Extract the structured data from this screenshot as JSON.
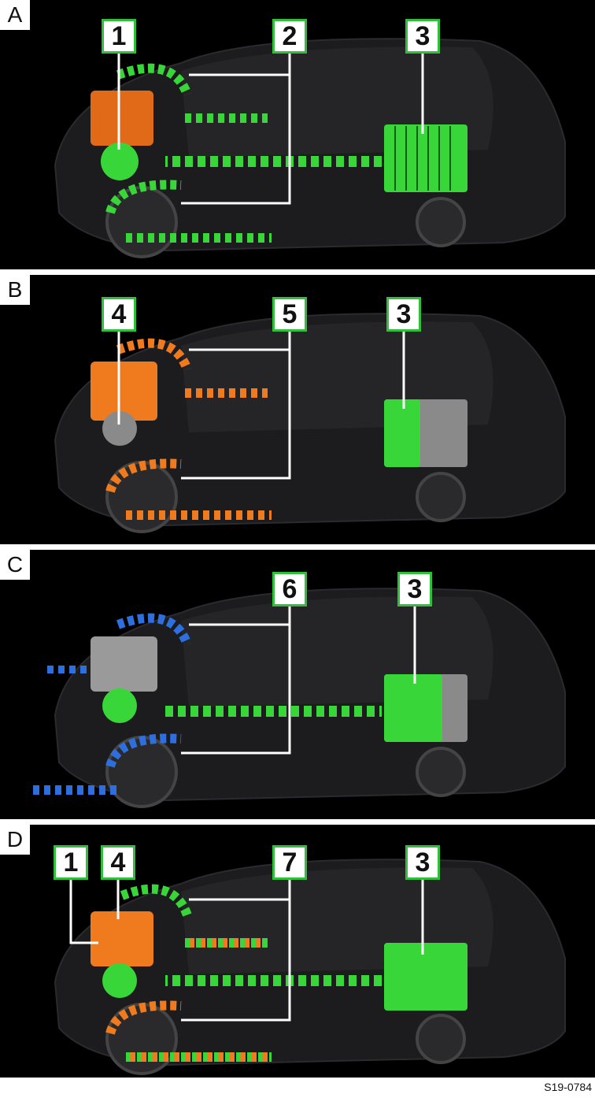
{
  "panels": [
    {
      "letter": "A",
      "callouts": [
        "1",
        "2",
        "3"
      ]
    },
    {
      "letter": "B",
      "callouts": [
        "4",
        "5",
        "3"
      ]
    },
    {
      "letter": "C",
      "callouts": [
        "6",
        "3"
      ]
    },
    {
      "letter": "D",
      "callouts": [
        "1",
        "4",
        "7",
        "3"
      ]
    }
  ],
  "figure_code": "S19-0784",
  "colors": {
    "electric": "#39d63a",
    "combustion": "#f07a1e",
    "regen": "#2e6fe0",
    "callout_border": "#2fbf3a",
    "battery_inactive": "#8a8a8a"
  }
}
